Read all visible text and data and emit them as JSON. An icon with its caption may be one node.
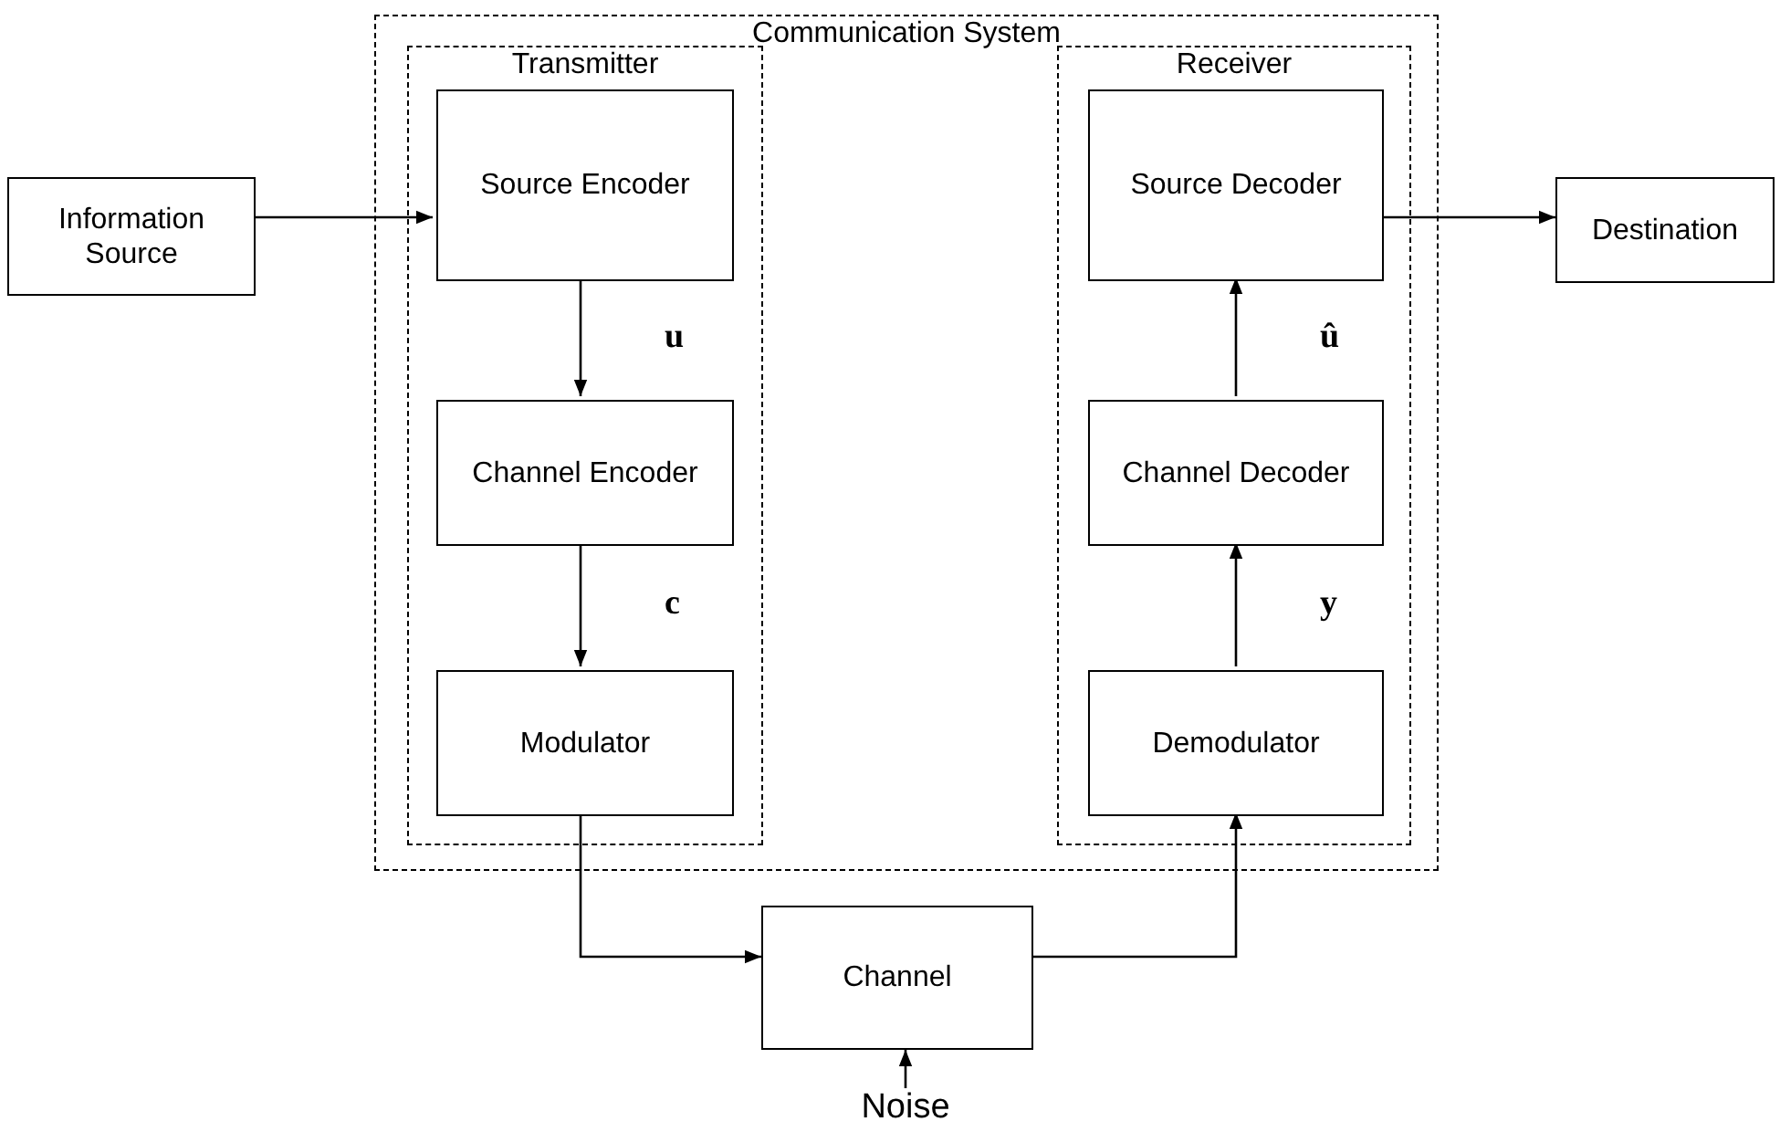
{
  "diagram": {
    "nodes": [
      {
        "text": [
          "Communication System"
        ]
      },
      {
        "text": [
          "Transmitter"
        ],
        "in": 0
      },
      {
        "text": [
          "Source Encoder"
        ],
        "in": 1
      },
      {
        "text": [
          "Channel Encoder"
        ],
        "in": 1
      },
      {
        "text": [
          "Modulator"
        ],
        "in": 1
      },
      {
        "text": [
          "Receiver"
        ],
        "in": 0
      },
      {
        "text": [
          "Source Decoder"
        ],
        "in": 5
      },
      {
        "text": [
          "Channel Decoder"
        ],
        "in": 5
      },
      {
        "text": [
          "Demodulator"
        ],
        "in": 5
      },
      {
        "text": [
          "Information Source"
        ]
      },
      {
        "text": [
          "Destination"
        ]
      },
      {
        "text": [
          "Channel"
        ]
      },
      {
        "text": [
          "Noise"
        ]
      }
    ],
    "edges": [
      {
        "from": 9,
        "to": 2,
        "arrow": "to"
      },
      {
        "from": 2,
        "to": 3,
        "arrow": "to",
        "label": "u"
      },
      {
        "from": 3,
        "to": 4,
        "arrow": "to",
        "label": "c"
      },
      {
        "from": 4,
        "to": 11,
        "arrow": "to"
      },
      {
        "from": 11,
        "to": 8,
        "arrow": "to"
      },
      {
        "from": 8,
        "to": 7,
        "arrow": "to",
        "label": "y"
      },
      {
        "from": 7,
        "to": 6,
        "arrow": "to",
        "label": "û"
      },
      {
        "from": 6,
        "to": 10,
        "arrow": "to"
      },
      {
        "from": 12,
        "to": 11,
        "arrow": "to"
      }
    ]
  }
}
